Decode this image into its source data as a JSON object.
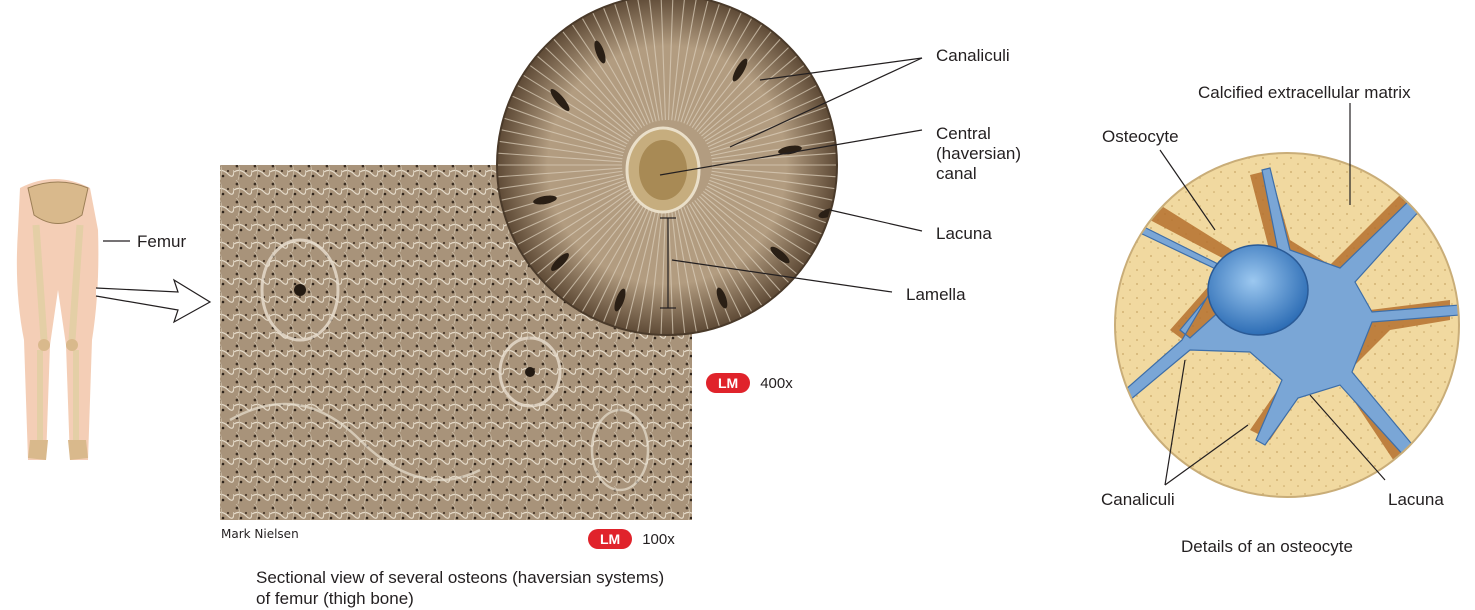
{
  "labels": {
    "femur": "Femur",
    "canaliculi_top": "Canaliculi",
    "central_canal": "Central\n(haversian)\ncanal",
    "lacuna_top": "Lacuna",
    "lamella": "Lamella",
    "calcified_matrix": "Calcified extracellular matrix",
    "osteocyte": "Osteocyte",
    "canaliculi_bottom": "Canaliculi",
    "lacuna_bottom": "Lacuna"
  },
  "credit": "Mark Nielsen",
  "badges": [
    {
      "label": "LM",
      "magnification": "400x"
    },
    {
      "label": "LM",
      "magnification": "100x"
    }
  ],
  "captions": {
    "micrograph": "Sectional view of several osteons (haversian systems) of femur (thigh bone)",
    "osteocyte_detail": "Details of an osteocyte"
  },
  "colors": {
    "badge": "#e0232b",
    "micrograph": "#a99378",
    "matrix": "#f0d79c",
    "osteocyte": "#7aa6d6"
  }
}
